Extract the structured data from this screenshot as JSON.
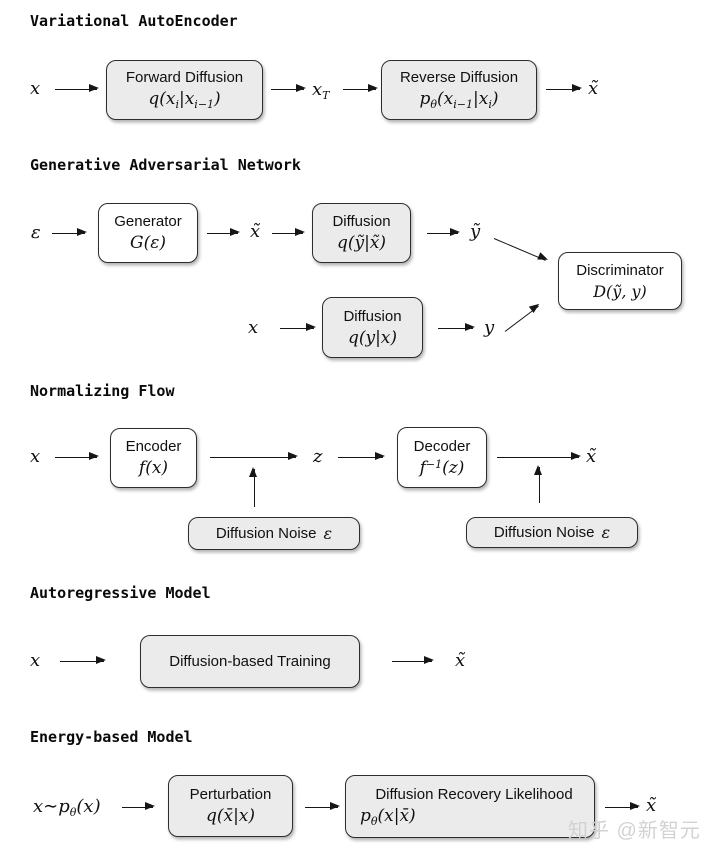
{
  "watermark": "知乎 @新智元",
  "vae": {
    "title": "Variational AutoEncoder",
    "x": "x",
    "xt": [
      "x",
      "T"
    ],
    "xout": "x̃",
    "forward": {
      "title": "Forward Diffusion",
      "f": [
        "q(x",
        "i",
        "|x",
        "i−1",
        ")"
      ]
    },
    "reverse": {
      "title": "Reverse Diffusion",
      "f": [
        "p",
        "θ",
        "(x",
        "i−1",
        "|x",
        "i",
        ")"
      ]
    }
  },
  "gan": {
    "title": "Generative Adversarial Network",
    "eps": "ε",
    "xtilde": "x̃",
    "ytilde": "ỹ",
    "x": "x",
    "y": "y",
    "generator": {
      "title": "Generator",
      "f": "G(ε)"
    },
    "diffusion1": {
      "title": "Diffusion",
      "f": "q(ỹ|x̃)"
    },
    "diffusion2": {
      "title": "Diffusion",
      "f": "q(y|x)"
    },
    "discriminator": {
      "title": "Discriminator",
      "f": "D(ỹ, y)"
    }
  },
  "nf": {
    "title": "Normalizing Flow",
    "x": "x",
    "z": "z",
    "xout": "x̃",
    "encoder": {
      "title": "Encoder",
      "f": "f(x)"
    },
    "decoder": {
      "title": "Decoder",
      "f": [
        "f",
        "−1",
        "(z)"
      ]
    },
    "noise1": {
      "label": "Diffusion Noise",
      "f": "ε"
    },
    "noise2": {
      "label": "Diffusion Noise",
      "f": "ε"
    }
  },
  "ar": {
    "title": "Autoregressive Model",
    "x": "x",
    "xout": "x̃",
    "box": {
      "title": "Diffusion-based Training"
    }
  },
  "ebm": {
    "title": "Energy-based Model",
    "input": [
      "x∼p",
      "θ",
      "(x)"
    ],
    "xout": "x̃",
    "perturbation": {
      "title": "Perturbation",
      "f": "q(x̄|x)"
    },
    "recovery": {
      "title": "Diffusion Recovery Likelihood",
      "f": [
        "p",
        "θ",
        "(x|x̄)"
      ]
    }
  }
}
